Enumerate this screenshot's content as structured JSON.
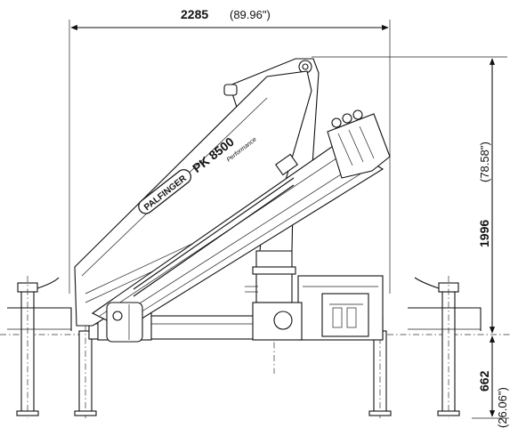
{
  "width_dimension": {
    "mm": "2285",
    "inch": "(89.96\")"
  },
  "height_dimension": {
    "mm": "1996",
    "inch": "(78.58\")"
  },
  "lower_dimension": {
    "mm": "662",
    "inch": "(26.06\")"
  },
  "boom_branding": {
    "brand": "PALFINGER",
    "model": "PK 8500",
    "series": "Performance"
  }
}
